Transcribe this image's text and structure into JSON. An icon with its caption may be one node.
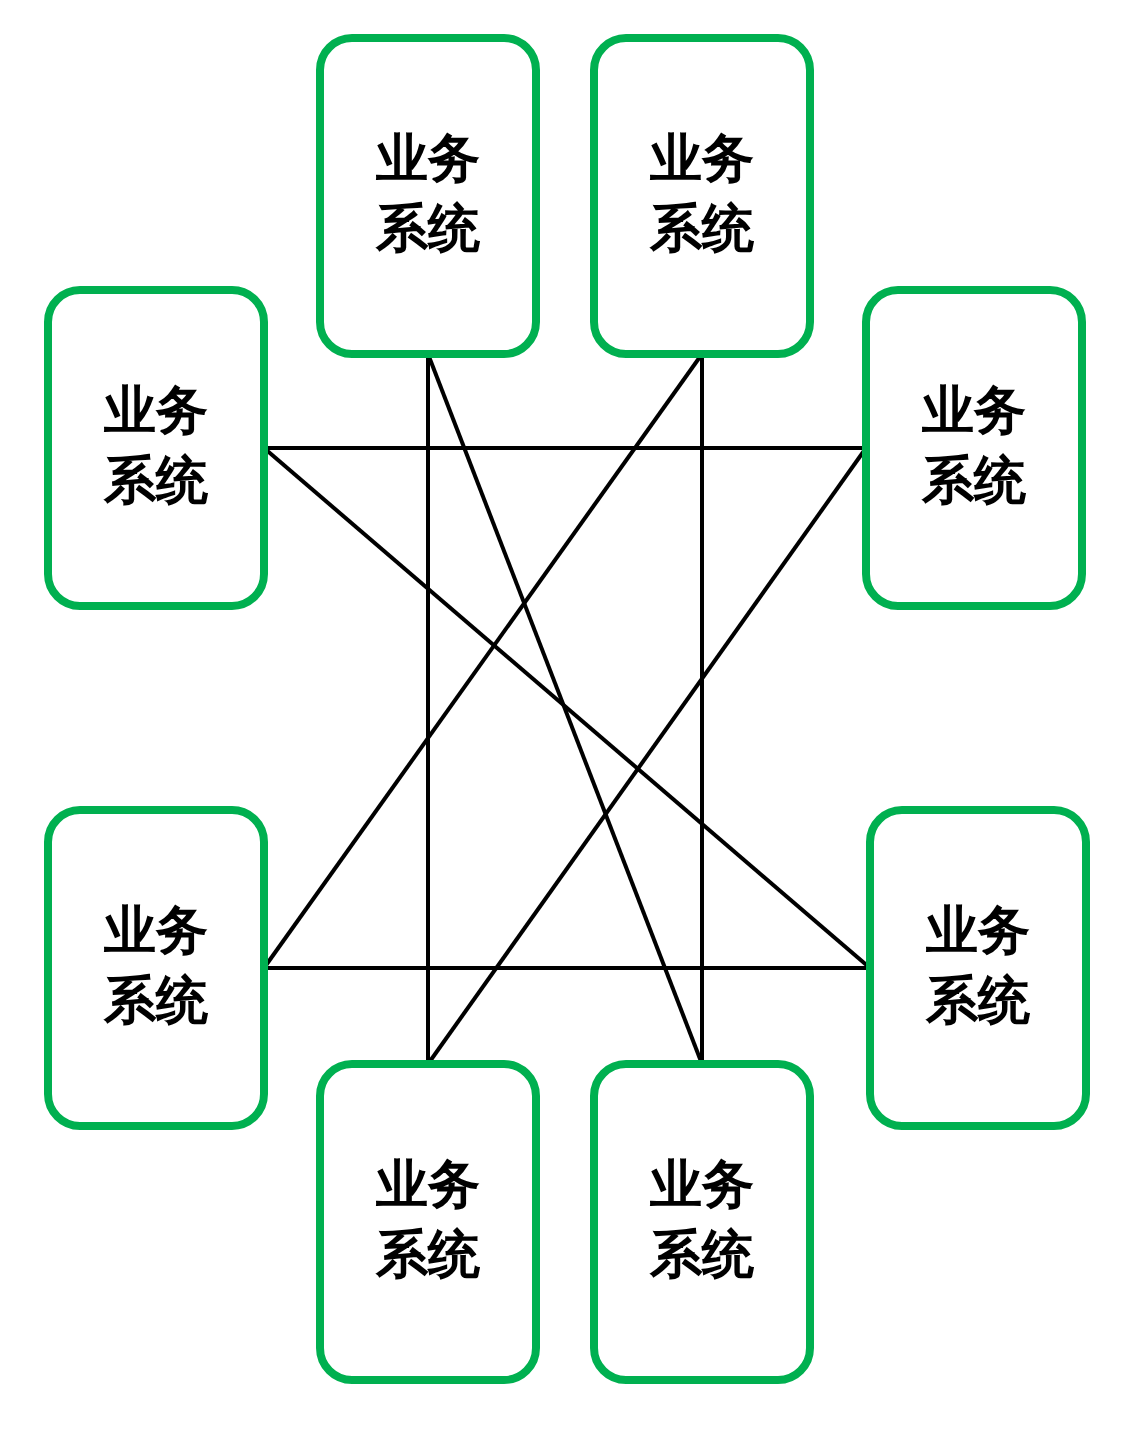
{
  "diagram": {
    "nodes": [
      {
        "text": [
          "业务系统"
        ]
      },
      {
        "text": [
          "业务系统"
        ]
      },
      {
        "text": [
          "业务系统"
        ]
      },
      {
        "text": [
          "业务系统"
        ]
      },
      {
        "text": [
          "业务系统"
        ]
      },
      {
        "text": [
          "业务系统"
        ]
      },
      {
        "text": [
          "业务系统"
        ]
      },
      {
        "text": [
          "业务系统"
        ]
      }
    ],
    "edges": [
      {
        "from": 0,
        "to": 6,
        "arrow": "none"
      },
      {
        "from": 0,
        "to": 7,
        "arrow": "none"
      },
      {
        "from": 1,
        "to": 7,
        "arrow": "none"
      },
      {
        "from": 1,
        "to": 4,
        "arrow": "none"
      },
      {
        "from": 2,
        "to": 3,
        "arrow": "none"
      },
      {
        "from": 2,
        "to": 5,
        "arrow": "none"
      },
      {
        "from": 3,
        "to": 6,
        "arrow": "none"
      },
      {
        "from": 4,
        "to": 5,
        "arrow": "none"
      }
    ]
  }
}
